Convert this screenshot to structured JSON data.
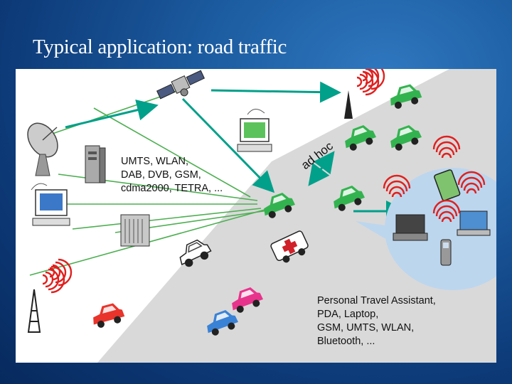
{
  "slide": {
    "title": "Typical application: road traffic"
  },
  "labels": {
    "ad_hoc": "ad hoc",
    "tech_lines": [
      "UMTS, WLAN,",
      "DAB, DVB, GSM,",
      "cdma2000, TETRA, ..."
    ],
    "pta_lines": [
      "Personal Travel Assistant,",
      "PDA, Laptop,",
      "GSM, UMTS, WLAN,",
      "Bluetooth, ..."
    ]
  },
  "colors": {
    "background": "#1b5a9e",
    "link_line": "#4caf50",
    "arrow": "#00a08a",
    "road": "#d9d9d9",
    "bubble": "#bcd6ee",
    "signal": "#e0201e",
    "car_green": "#33b34f",
    "car_red": "#e8342a",
    "car_pink": "#e8338c",
    "car_blue": "#3a82d6"
  },
  "icons": [
    "satellite-icon",
    "satellite-dish-icon",
    "server-icon",
    "desktop-computer-icon",
    "radio-tower-icon",
    "car-icon",
    "ambulance-icon",
    "police-car-icon",
    "pda-icon",
    "laptop-icon",
    "mobile-phone-icon"
  ]
}
